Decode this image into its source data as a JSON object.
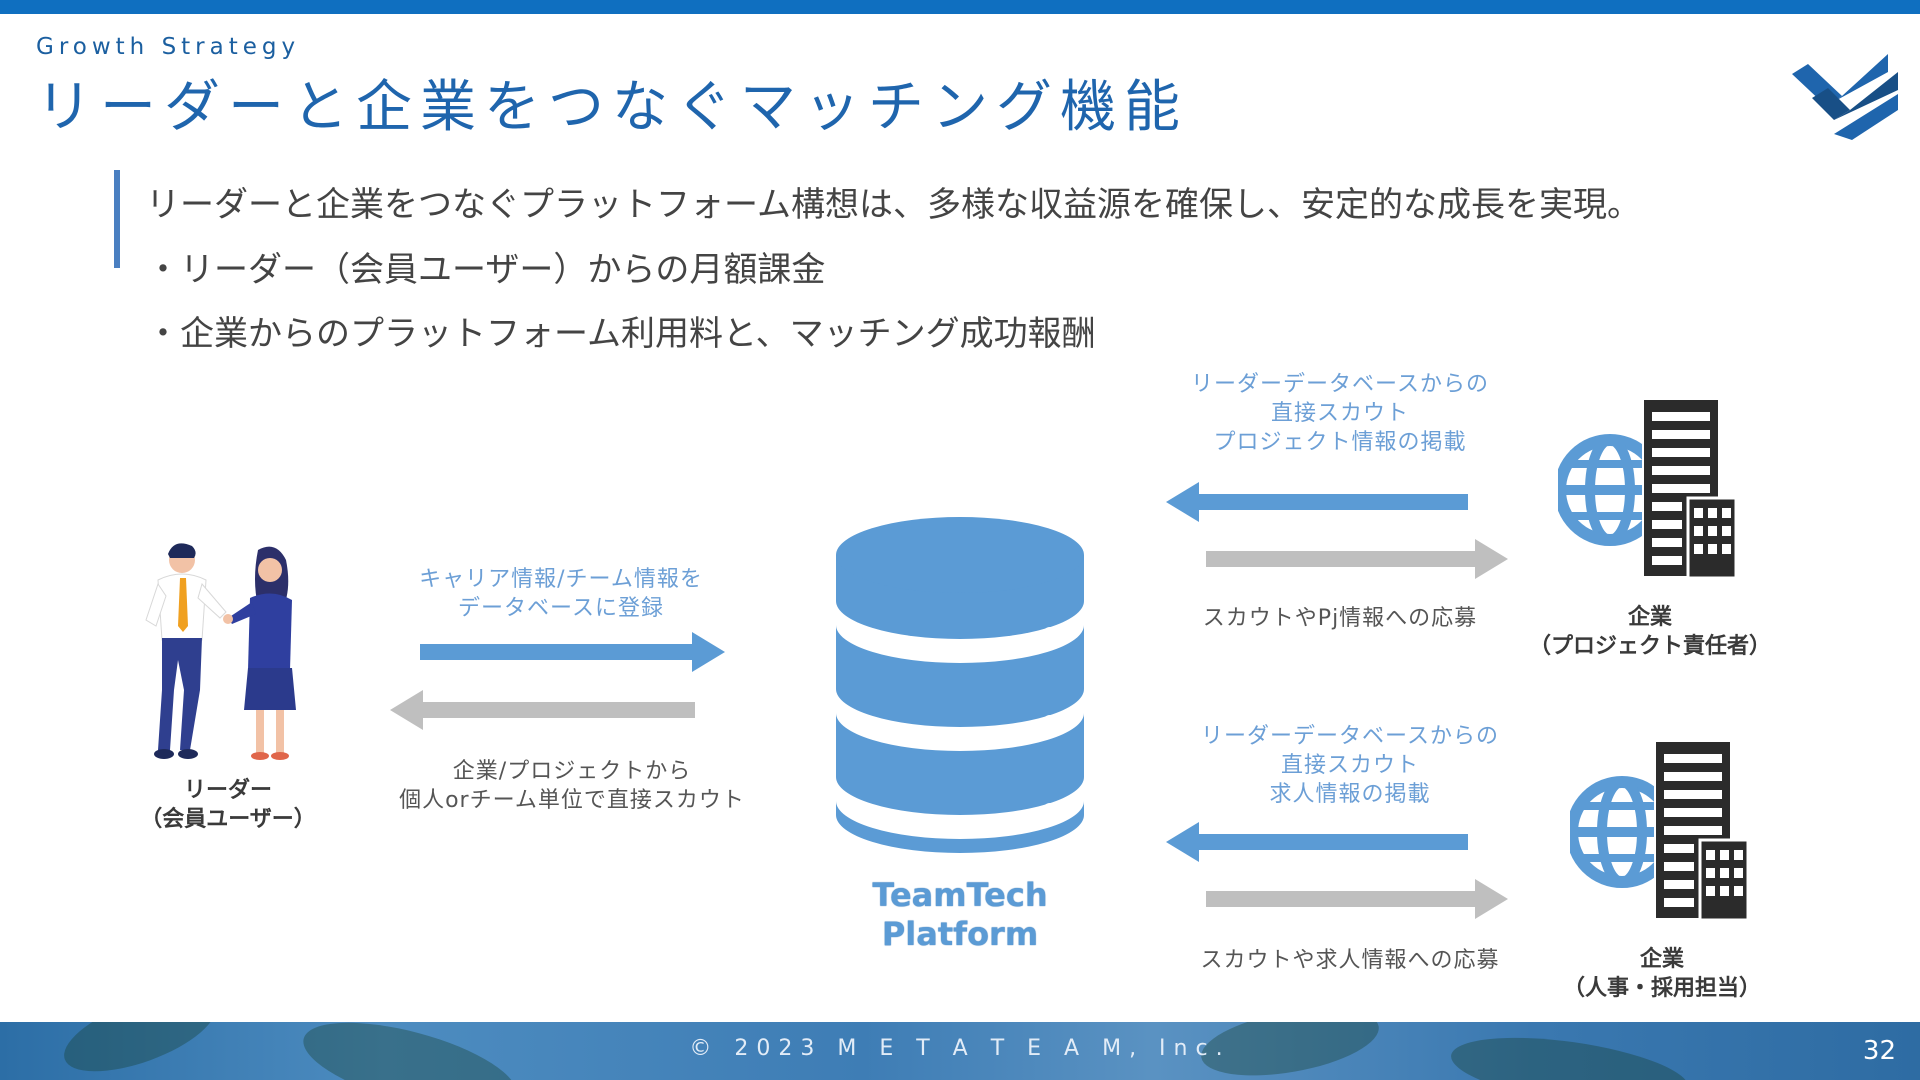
{
  "header": {
    "section_label": "Growth Strategy",
    "title": "リーダーと企業をつなぐマッチング機能"
  },
  "intro": {
    "line1": "リーダーと企業をつなぐプラットフォーム構想は、多様な収益源を確保し、安定的な成長を実現。",
    "line2": "・リーダー（会員ユーザー）からの月額課金",
    "line3": "・企業からのプラットフォーム利用料と、マッチング成功報酬"
  },
  "diagram": {
    "leader": {
      "label_line1": "リーダー",
      "label_line2": "（会員ユーザー）"
    },
    "leader_to_platform": {
      "line1": "キャリア情報/チーム情報を",
      "line2": "データベースに登録"
    },
    "platform_to_leader": {
      "line1": "企業/プロジェクトから",
      "line2": "個人orチーム単位で直接スカウト"
    },
    "platform": {
      "line1": "TeamTech",
      "line2": "Platform"
    },
    "company_top": {
      "label_line1": "企業",
      "label_line2": "（プロジェクト責任者）",
      "inbound_line1": "リーダーデータベースからの",
      "inbound_line2": "直接スカウト",
      "inbound_line3": "プロジェクト情報の掲載",
      "outbound": "スカウトやPj情報への応募"
    },
    "company_bottom": {
      "label_line1": "企業",
      "label_line2": "（人事・採用担当）",
      "inbound_line1": "リーダーデータベースからの",
      "inbound_line2": "直接スカウト",
      "inbound_line3": "求人情報の掲載",
      "outbound": "スカウトや求人情報への応募"
    },
    "colors": {
      "accent_blue": "#5b9bd5",
      "arrow_gray": "#bfbfbf",
      "building": "#2b2b2b"
    }
  },
  "footer": {
    "copyright": "© 2023 M E T A T E A M, Inc.",
    "page_number": "32"
  }
}
